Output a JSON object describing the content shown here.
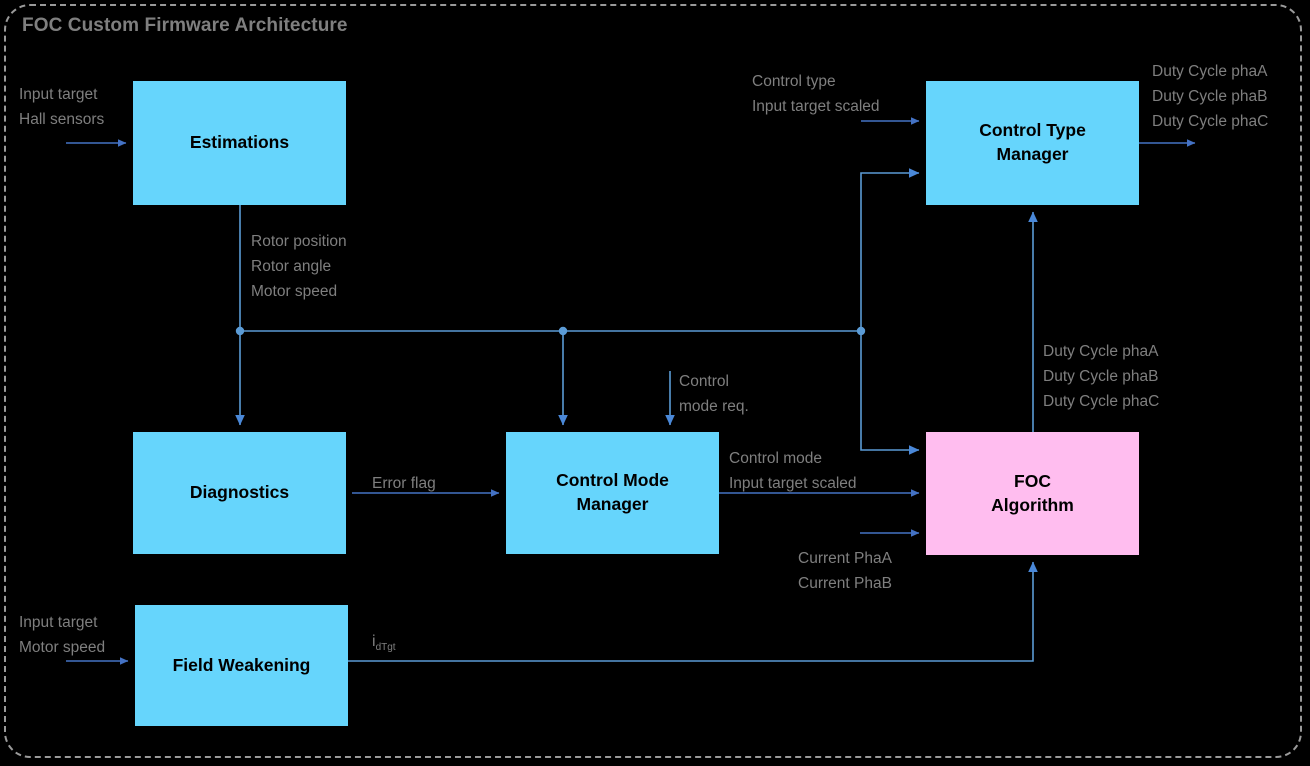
{
  "diagram": {
    "title": "FOC Custom Firmware Architecture",
    "frame_style": "dashed-rounded",
    "colors": {
      "background": "#000000",
      "block_cyan": "#66d5fc",
      "block_pink": "#ffbdef",
      "wire": "#4472c4",
      "wire_light": "#5b9bd5",
      "label_text": "#7f7f7f",
      "title_text": "#7f7f7f",
      "frame_border": "#9a9a9a"
    }
  },
  "blocks": [
    {
      "id": "estimations",
      "label": "Estimations",
      "color": "cyan"
    },
    {
      "id": "control-type-manager",
      "label": "Control Type\nManager",
      "color": "cyan"
    },
    {
      "id": "diagnostics",
      "label": "Diagnostics",
      "color": "cyan"
    },
    {
      "id": "control-mode-manager",
      "label": "Control Mode\nManager",
      "color": "cyan"
    },
    {
      "id": "foc-algorithm",
      "label": "FOC\nAlgorithm",
      "color": "pink"
    },
    {
      "id": "field-weakening",
      "label": "Field Weakening",
      "color": "cyan"
    }
  ],
  "labels": {
    "estimations_input": "Input target\nHall sensors",
    "control_type_input": "Control type\nInput target scaled",
    "duty_cycle_output": "Duty Cycle phaA\nDuty Cycle phaB\nDuty Cycle phaC",
    "estimations_output": "Rotor position\nRotor angle\nMotor speed",
    "duty_cycle_feedback": "Duty Cycle phaA\nDuty Cycle phaB\nDuty Cycle phaC",
    "control_mode_req": "Control\nmode req.",
    "error_flag": "Error flag",
    "control_mode_output": "Control mode\nInput target scaled",
    "current_phases": "Current PhaA\nCurrent PhaB",
    "field_weakening_input": "Input target\nMotor speed",
    "id_target_base": "i",
    "id_target_sub": "dTgt"
  }
}
